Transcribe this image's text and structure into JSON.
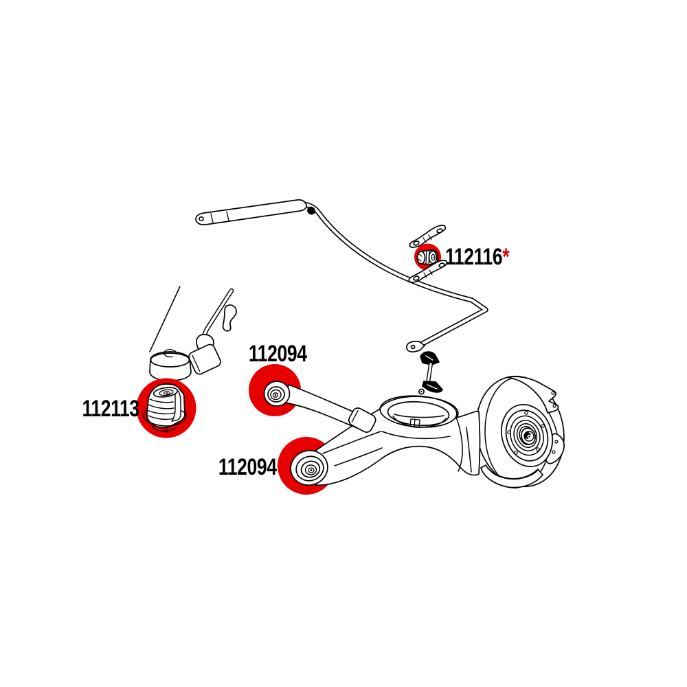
{
  "diagram": {
    "kind": "rear-suspension-parts-diagram",
    "colors": {
      "background": "#ffffff",
      "line": "#000000",
      "highlight": "#e60000"
    },
    "labels": {
      "sway_bar_bushing": {
        "part_number": "112116",
        "suffix": "*"
      },
      "subframe_bushing": {
        "part_number": "112113",
        "suffix": ""
      },
      "arm_front_bushing": {
        "part_number": "112094",
        "suffix": ""
      },
      "arm_rear_bushing": {
        "part_number": "112094",
        "suffix": ""
      }
    }
  }
}
